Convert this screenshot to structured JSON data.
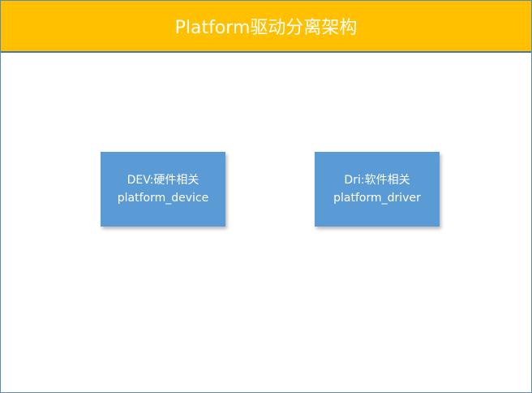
{
  "title": "Platform驱动分离架构",
  "boxes": {
    "device": {
      "line1": "DEV:硬件相关",
      "line2": "platform_device"
    },
    "driver": {
      "line1": "Dri:软件相关",
      "line2": "platform_driver"
    }
  },
  "colors": {
    "title_bg": "#ffc000",
    "box_bg": "#5b9bd5",
    "border": "#5b8ab8"
  }
}
